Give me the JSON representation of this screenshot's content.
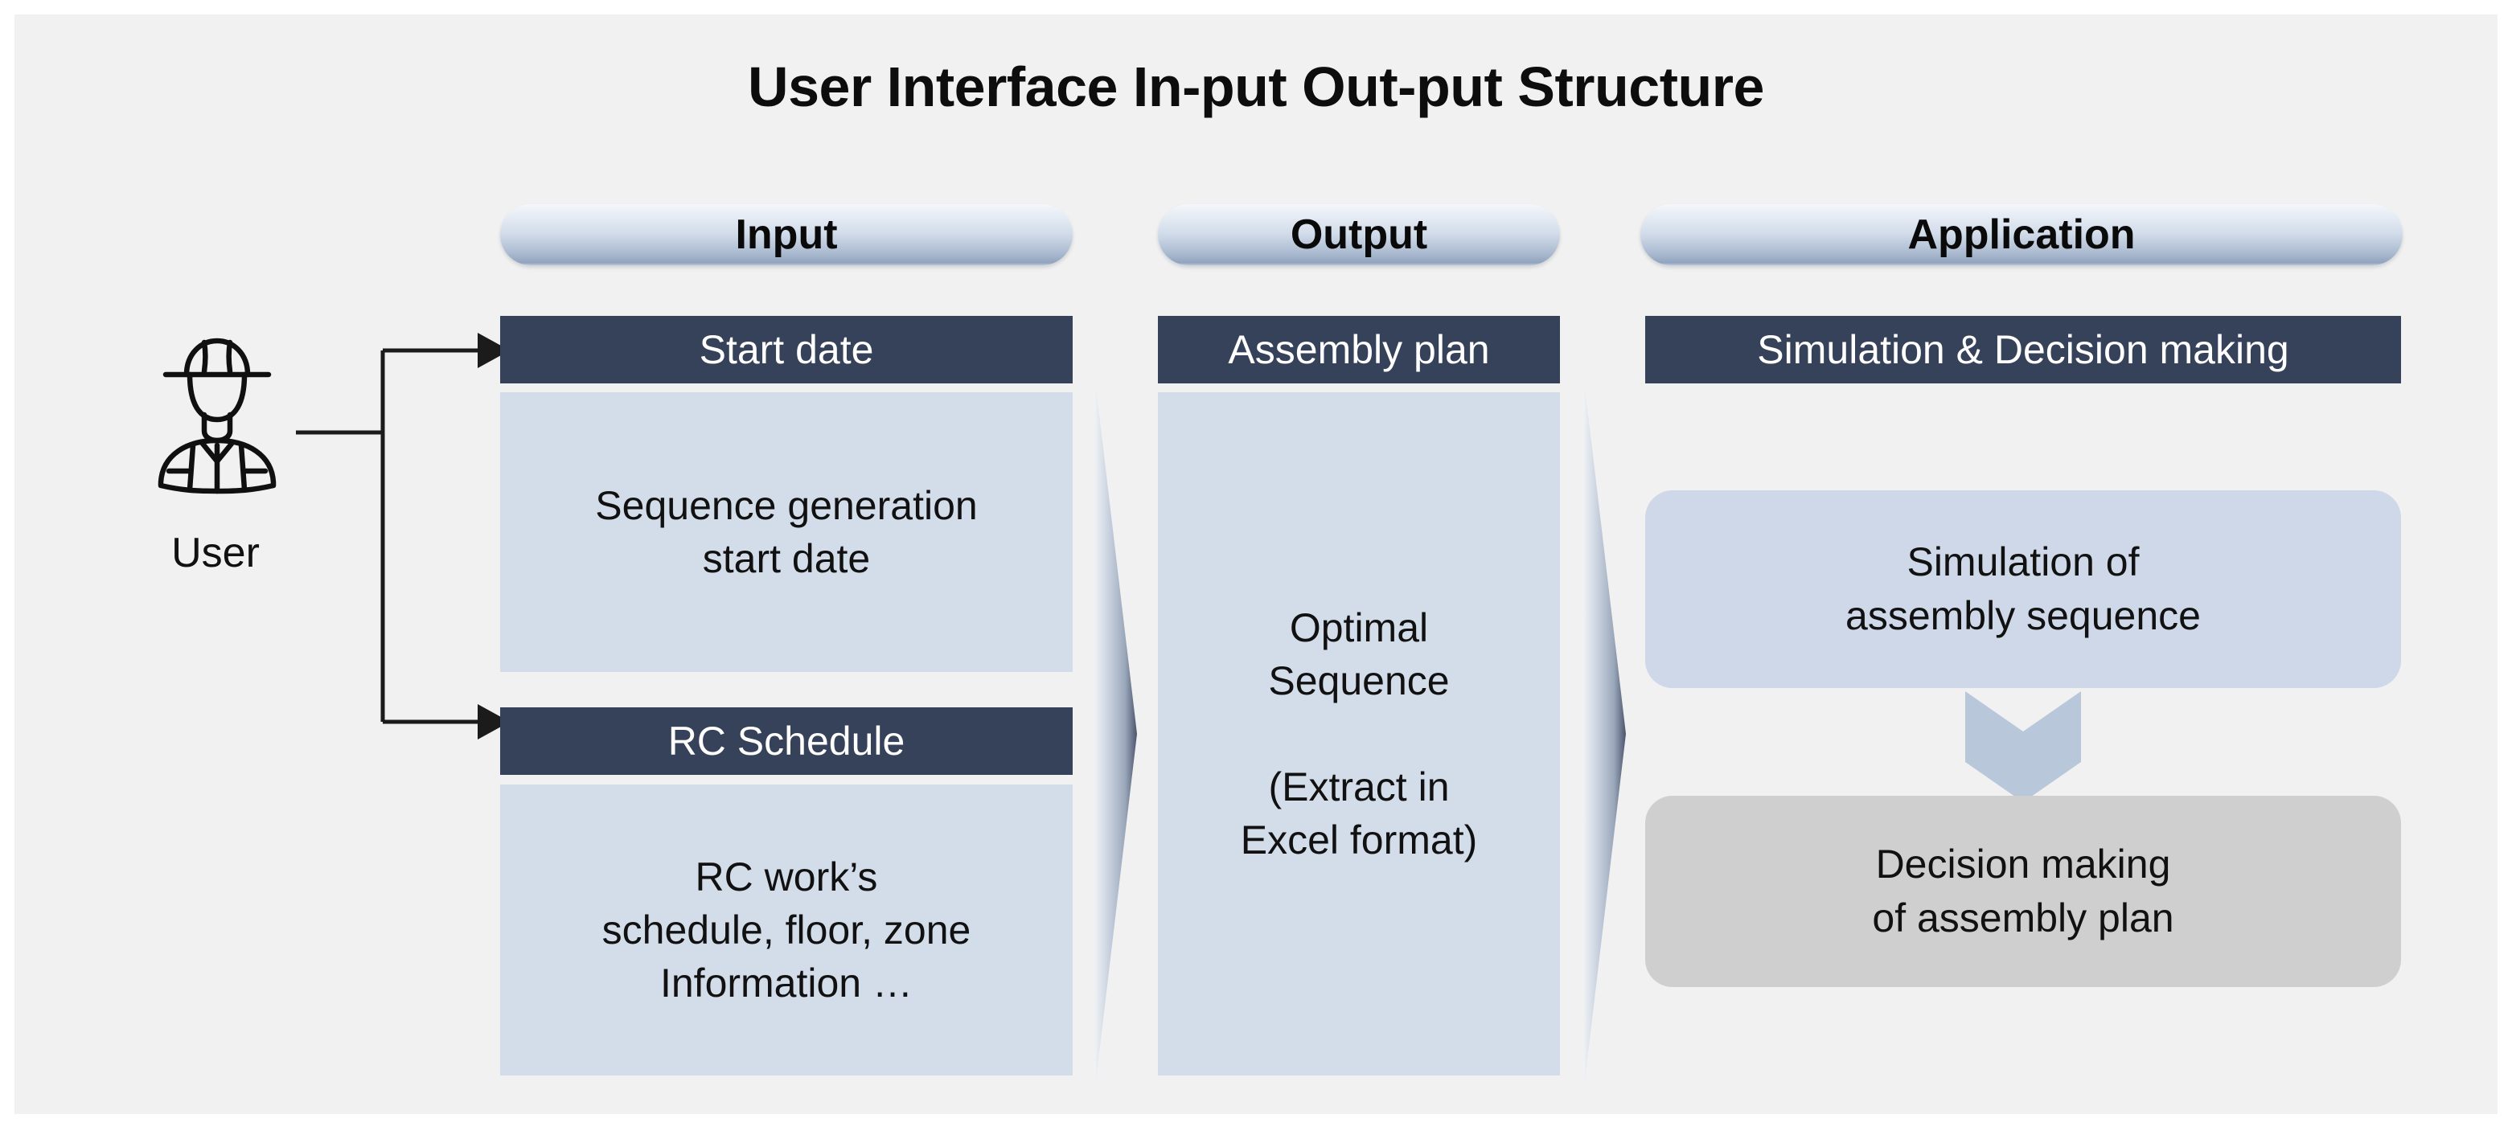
{
  "figure": {
    "title": "User Interface In-put Out-put Structure",
    "panel_bg": "#f1f1f1",
    "dark_bar_color": "#36425a",
    "light_box_color": "#d3dce9",
    "card_blue_color": "#ced8e8",
    "card_gray_color": "#cfcfcf",
    "chevron_color": "#b9c7db"
  },
  "actor": {
    "label": "User",
    "icon": "worker-hardhat-icon"
  },
  "columns": [
    {
      "key": "input",
      "header": "Input",
      "sections": [
        {
          "key": "start-date",
          "bar_label": "Start date",
          "body_text": "Sequence generation\nstart date"
        },
        {
          "key": "rc-schedule",
          "bar_label": "RC Schedule",
          "body_text": "RC work’s\nschedule, floor, zone\nInformation …"
        }
      ]
    },
    {
      "key": "output",
      "header": "Output",
      "sections": [
        {
          "key": "assembly-plan",
          "bar_label": "Assembly plan",
          "body_text": "Optimal\nSequence\n\n(Extract in\nExcel format)"
        }
      ]
    },
    {
      "key": "application",
      "header": "Application",
      "sections": [
        {
          "key": "simulation-decision",
          "bar_label": "Simulation & Decision making",
          "cards": [
            {
              "key": "simulation-of-assembly-sequence",
              "text": "Simulation of\nassembly sequence",
              "style": "blue"
            },
            {
              "key": "decision-making-of-assembly-plan",
              "text": "Decision making\nof assembly plan",
              "style": "gray"
            }
          ],
          "connector": "triple-chevron-down-icon"
        }
      ]
    }
  ],
  "connectors": {
    "user_to_start_date": "arrow-right",
    "user_to_rc_schedule": "arrow-right",
    "input_to_output": "spike-arrow-right",
    "output_to_application": "spike-arrow-right"
  }
}
